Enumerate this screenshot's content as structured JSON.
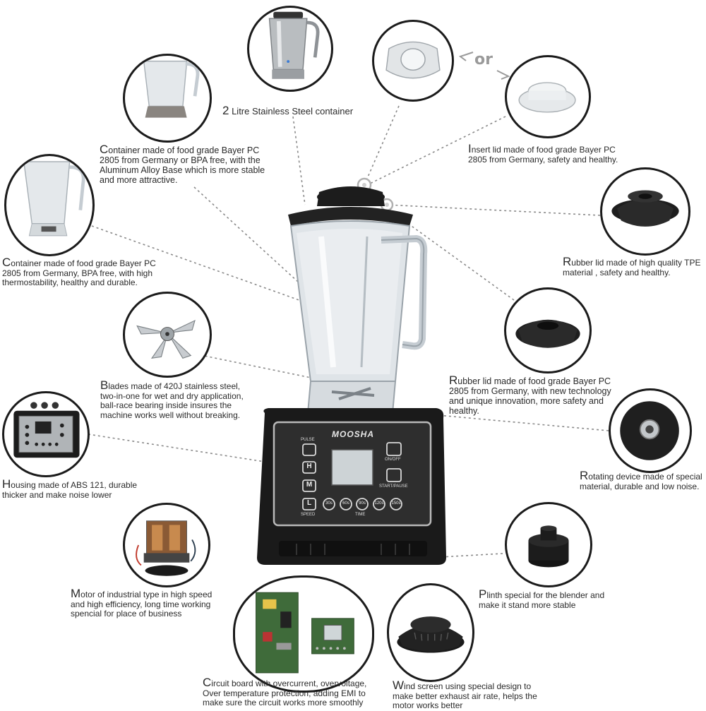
{
  "brand": "MOOSHA",
  "panel": {
    "pulse_label": "PULSE",
    "speed_label": "SPEED",
    "time_label": "TIME",
    "onoff_label": "ON/OFF",
    "startpause_label": "START/PAUSE",
    "speed_buttons": [
      "H",
      "M",
      "L"
    ],
    "time_buttons": [
      "30s",
      "60s",
      "90s",
      "120s",
      "150s"
    ]
  },
  "or_label": "or",
  "captions": {
    "stainless": "2 Litre Stainless Steel container",
    "container_top": "Container made of food grade Bayer PC\n2805 from Germany or BPA free, with the\nAluminum Alloy Base which is more stable\nand more attractive.",
    "container_left": "Container made of food grade Bayer PC\n2805 from Germany, BPA free,  with high\nthermostability, healthy and durable.",
    "insert_lid": "Insert lid made of food grade Bayer PC\n2805 from Germany, safety and healthy.",
    "rubber_lid_tpe": "Rubber lid made of high quality TPE\nmaterial , safety and healthy.",
    "rubber_lid_pc": "Rubber lid made of food grade Bayer PC\n2805 from Germany, with new technology\nand unique innovation, more safety and\nhealthy.",
    "blades": "Blades made of 420J stainless steel,\ntwo-in-one for wet and dry application,\nball-race bearing inside insures the\nmachine works well without breaking.",
    "housing": "Housing made of ABS 121, durable\nthicker and make noise lower",
    "rotating": "Rotating device  made of special\nmaterial, durable and low noise.",
    "plinth": "Plinth special for the blender and\nmake it stand more stable",
    "motor": "Motor of industrial type in high speed\nand high efficiency, long time working\nspencial for place of business",
    "circuit": "Circuit board with overcurrent, overvoltage,\nOver temperature protection, adding EMI to\nmake sure the circuit works more smoothly",
    "wind": "Wind screen using special design to\nmake better exhaust air rate, helps the\nmotor works better"
  },
  "colors": {
    "body": "#1a1a1a",
    "panel": "#2b2b2b",
    "accent": "#c9c9c9",
    "leader": "#8a8a8a"
  }
}
